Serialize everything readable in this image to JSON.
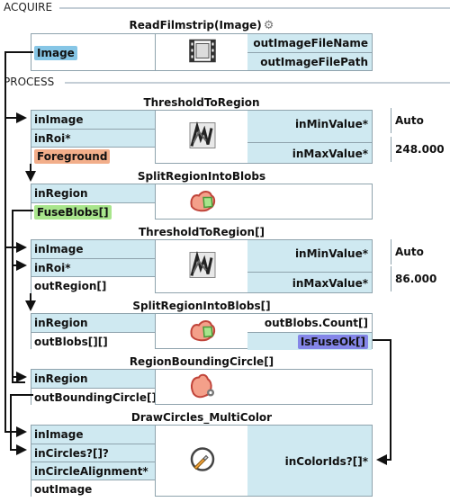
{
  "sections": {
    "acquire": "ACQUIRE",
    "process": "PROCESS"
  },
  "nodes": {
    "read_filmstrip": {
      "title": "ReadFilmstrip(Image)",
      "inputs": [
        "Image"
      ],
      "outputs": [
        "outImageFileName",
        "outImageFilePath"
      ]
    },
    "threshold1": {
      "title": "ThresholdToRegion",
      "inputs": [
        "inImage",
        "inRoi*",
        "Foreground"
      ],
      "outputs": [
        "inMinValue*",
        "inMaxValue*"
      ],
      "values": [
        "Auto",
        "248.000"
      ]
    },
    "split1": {
      "title": "SplitRegionIntoBlobs",
      "inputs": [
        "inRegion",
        "FuseBlobs[]"
      ]
    },
    "threshold2": {
      "title": "ThresholdToRegion[]",
      "inputs": [
        "inImage",
        "inRoi*",
        "outRegion[]"
      ],
      "outputs": [
        "inMinValue*",
        "inMaxValue*"
      ],
      "values": [
        "Auto",
        "86.000"
      ]
    },
    "split2": {
      "title": "SplitRegionIntoBlobs[]",
      "inputs": [
        "inRegion",
        "outBlobs[][]"
      ],
      "outputs": [
        "outBlobs.Count[]",
        "IsFuseOk[]"
      ]
    },
    "bounding": {
      "title": "RegionBoundingCircle[]",
      "inputs": [
        "inRegion",
        "outBoundingCircle[]"
      ]
    },
    "draw": {
      "title": "DrawCircles_MultiColor",
      "inputs": [
        "inImage",
        "inCircles?[]?",
        "inCircleAlignment*",
        "outImage"
      ],
      "outputs": [
        "inColorIds?[]*"
      ]
    }
  },
  "colors": {
    "port_blue": "#cfe9f1",
    "border": "#8fa3ad",
    "pill_blue": "#86c6e6",
    "pill_salmon": "#f2ae8a",
    "pill_green": "#a8e58c",
    "pill_purple": "#8486e8"
  }
}
